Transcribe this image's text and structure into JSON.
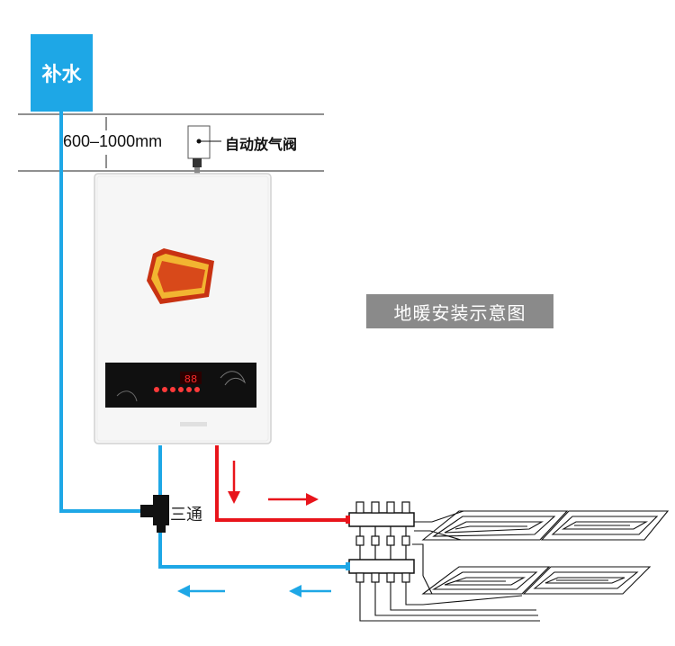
{
  "labels": {
    "makeup_water": "补水",
    "height_range": "600–1000mm",
    "auto_vent_valve": "自动放气阀",
    "tee": "三通",
    "title": "地暖安装示意图"
  },
  "colors": {
    "supply": "#e8141b",
    "return": "#1ea7e6",
    "title_bg": "#8a8a8a",
    "makeup_bg": "#1ea7e6"
  },
  "boiler": {
    "display_value": "88"
  }
}
